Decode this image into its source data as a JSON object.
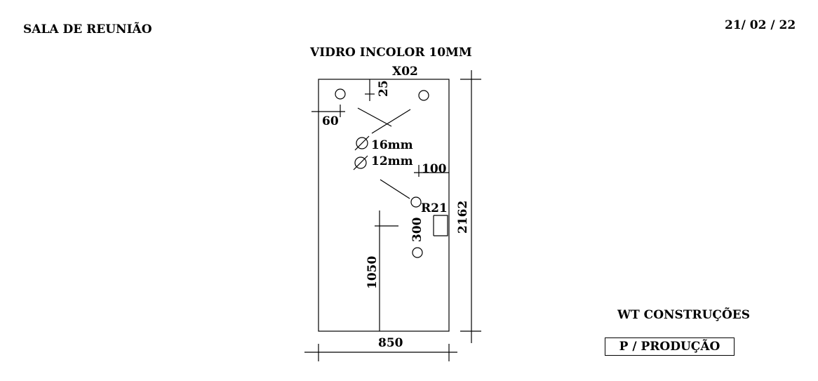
{
  "header": {
    "room": "SALA DE REUNIÃO",
    "date": "21/ 02 / 22"
  },
  "glass": {
    "title": "VIDRO INCOLOR 10MM",
    "code": "X02"
  },
  "dimensions": {
    "width": "850",
    "height": "2162",
    "top_offset": "25",
    "side_offset": "60",
    "right_offset": "100",
    "lower_spacing": "300",
    "bottom_height": "1050",
    "radius": "R21"
  },
  "holes": {
    "large": "16mm",
    "small": "12mm"
  },
  "footer": {
    "company": "WT CONSTRUÇÕES",
    "stamp": "P / PRODUÇÃO"
  }
}
